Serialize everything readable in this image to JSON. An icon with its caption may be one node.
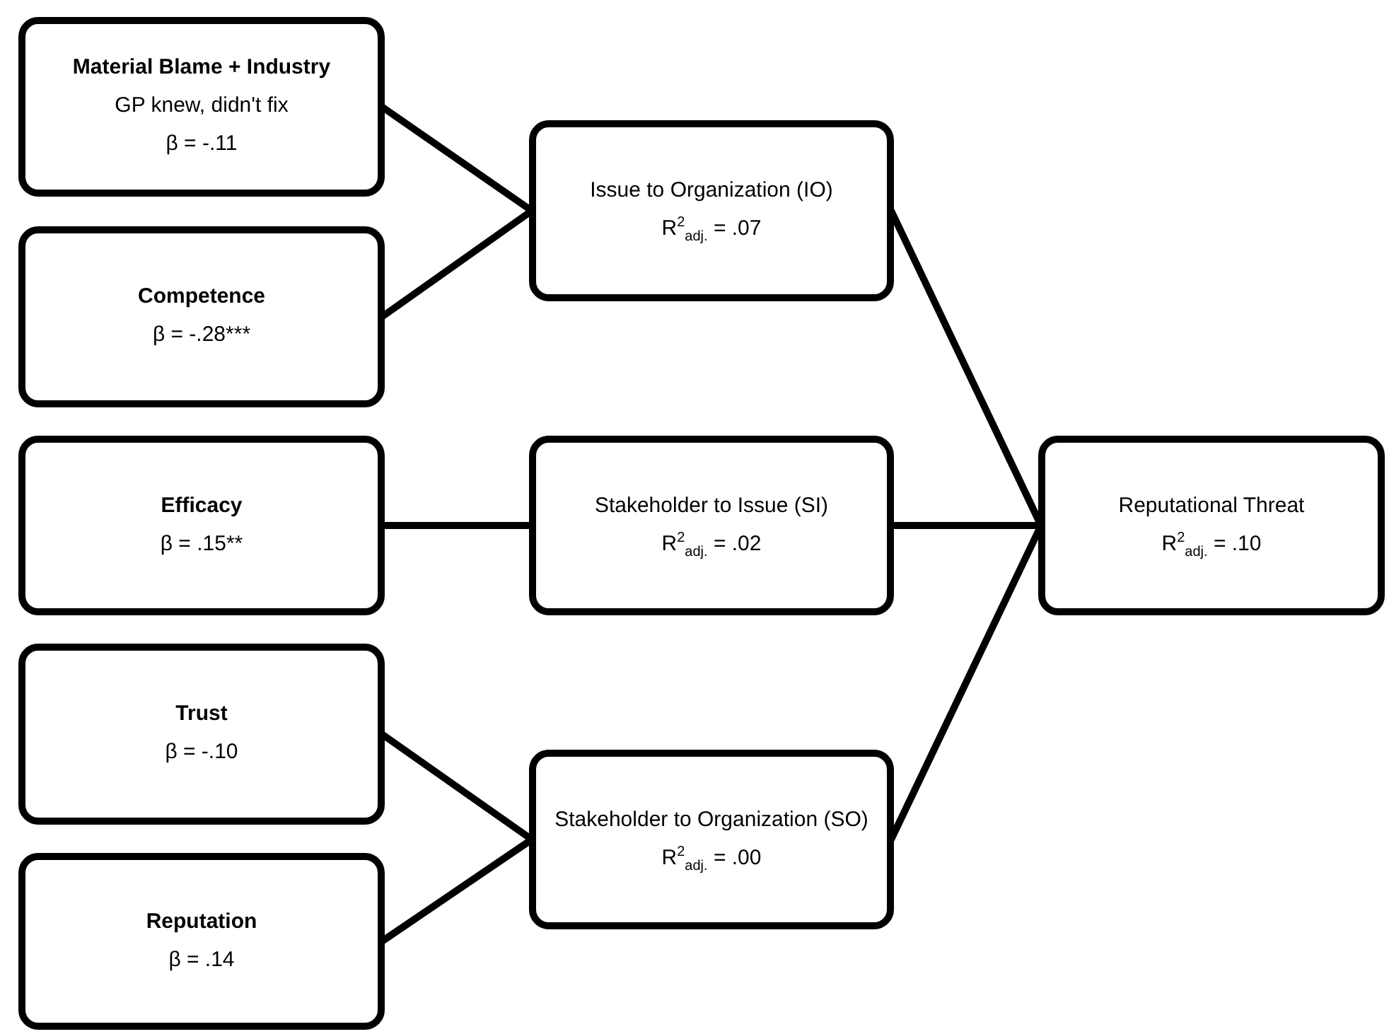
{
  "diagram": {
    "nodes": [
      {
        "text": [
          "Material Blame + Industry",
          "GP knew, didn't fix",
          "β = -.11"
        ]
      },
      {
        "text": [
          "Competence",
          "β = -.28***"
        ]
      },
      {
        "text": [
          "Efficacy",
          "β = .15**"
        ]
      },
      {
        "text": [
          "Trust",
          "β = -.10"
        ]
      },
      {
        "text": [
          "Reputation",
          "β = .14"
        ]
      },
      {
        "text": [
          "Issue to Organization (IO)",
          "R$^{2}$$_{adj.}$ = .07"
        ]
      },
      {
        "text": [
          "Stakeholder to Issue (SI)",
          "R$^{2}$$_{adj.}$ = .02"
        ]
      },
      {
        "text": [
          "Stakeholder to Organization (SO)",
          "R$^{2}$$_{adj.}$ = .00"
        ]
      },
      {
        "text": [
          "Reputational Threat",
          "R$^{2}$$_{adj.}$ = .10"
        ]
      }
    ],
    "edges": [
      {
        "from": 0,
        "to": 5,
        "arrow": "none"
      },
      {
        "from": 1,
        "to": 5,
        "arrow": "none"
      },
      {
        "from": 2,
        "to": 6,
        "arrow": "none"
      },
      {
        "from": 3,
        "to": 7,
        "arrow": "none"
      },
      {
        "from": 4,
        "to": 7,
        "arrow": "none"
      },
      {
        "from": 5,
        "to": 8,
        "arrow": "none"
      },
      {
        "from": 6,
        "to": 8,
        "arrow": "none"
      },
      {
        "from": 7,
        "to": 8,
        "arrow": "none"
      }
    ]
  }
}
